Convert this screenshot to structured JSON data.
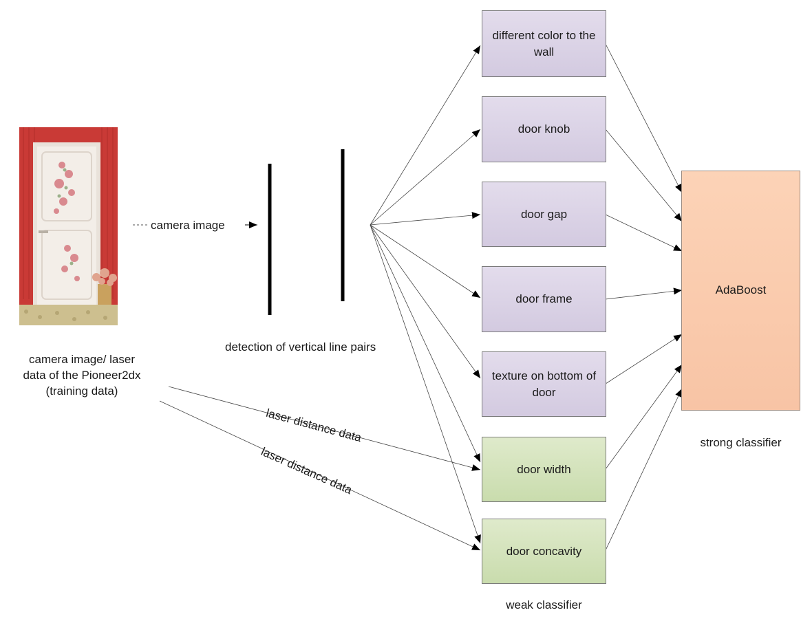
{
  "diagram": {
    "input_caption": "camera image/ laser\ndata of the Pioneer2dx\n(training data)",
    "camera_edge_label": "camera image",
    "line_pairs_label": "detection of vertical line pairs",
    "laser_label_1": "laser distance data",
    "laser_label_2": "laser distance data",
    "weak_classifiers": [
      "different color to the wall",
      "door knob",
      "door gap",
      "door frame",
      "texture on bottom of door",
      "door width",
      "door concavity"
    ],
    "weak_label": "weak classifier",
    "strong_box": "AdaBoost",
    "strong_label": "strong classifier"
  },
  "colors": {
    "vision_feature_fill": "#d9d2e6",
    "laser_feature_fill": "#d3e3bc",
    "adaboost_fill": "#f9c9aa",
    "wall_red": "#c93a36",
    "door_white": "#f1ece6"
  }
}
